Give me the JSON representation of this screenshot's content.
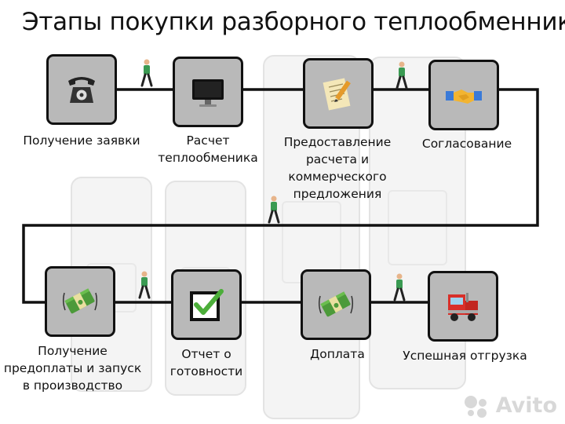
{
  "title": "Этапы покупки разборного теплообменника",
  "steps": [
    {
      "label": "Получение заявки",
      "icon": "telephone-icon"
    },
    {
      "label": "Расчет\nтеплообменика",
      "icon": "computer-monitor-icon"
    },
    {
      "label": "Предоставление\nрасчета и\nкоммерческого\nпредложения",
      "icon": "document-pencil-icon"
    },
    {
      "label": "Согласование",
      "icon": "handshake-icon"
    },
    {
      "label": "Получение\nпредоплаты и запуск\nв производство",
      "icon": "money-stack-icon"
    },
    {
      "label": "Отчет о\nготовности",
      "icon": "checkbox-checked-icon"
    },
    {
      "label": "Доплата",
      "icon": "money-stack-icon"
    },
    {
      "label": "Успешная отгрузка",
      "icon": "red-truck-icon"
    }
  ],
  "watermark": "Avito",
  "colors": {
    "box_fill": "#b9b9b9",
    "line": "#111111",
    "walker_shirt": "#3a9a52",
    "check_green": "#4cae3a",
    "truck_red": "#d8302a"
  }
}
